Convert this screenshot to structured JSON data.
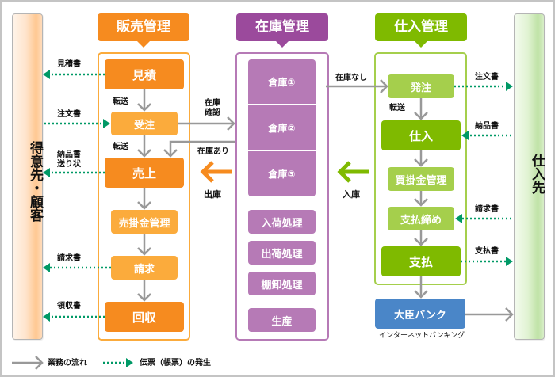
{
  "colors": {
    "sales": "#f68b1f",
    "sales_light": "#fbab3c",
    "inventory": "#9b4a9c",
    "inventory_box": "#b67ab6",
    "purchase": "#7fba00",
    "purchase_light": "#a5cf4c",
    "bank": "#4a86c8",
    "flow_arrow": "#999999",
    "doc_arrow": "#009966"
  },
  "customer": {
    "label": "得意先・顧客"
  },
  "supplier": {
    "label": "仕入先"
  },
  "sales": {
    "title": "販売管理",
    "steps": {
      "quote": "見積",
      "order": "受注",
      "sale": "売上",
      "receivable": "売掛金管理",
      "billing": "請求",
      "collection": "回収"
    },
    "transfer_labels": [
      "転送",
      "転送"
    ]
  },
  "inventory": {
    "title": "在庫管理",
    "warehouses": [
      "倉庫①",
      "倉庫②",
      "倉庫③"
    ],
    "processes": [
      "入荷処理",
      "出荷処理",
      "棚卸処理",
      "生産"
    ],
    "ship_label": "出庫",
    "receive_label": "入庫",
    "check_label_line1": "在庫",
    "check_label_line2": "確認",
    "in_stock_label": "在庫あり",
    "out_of_stock_label": "在庫なし"
  },
  "purchase": {
    "title": "仕入管理",
    "steps": {
      "order": "発注",
      "purchase": "仕入",
      "payable": "買掛金管理",
      "closing": "支払締め",
      "payment": "支払"
    },
    "transfer_label": "転送"
  },
  "bank": {
    "label": "大臣バンク",
    "caption": "インターネットバンキング"
  },
  "documents": {
    "quote_doc": "見積書",
    "order_doc_in": "注文書",
    "delivery_doc_line1": "納品書",
    "delivery_doc_line2": "送り状",
    "invoice_doc": "請求書",
    "receipt_doc": "領収書",
    "purchase_order_doc": "注文書",
    "purchase_delivery_doc": "納品書",
    "purchase_invoice_doc": "請求書",
    "payment_doc": "支払書"
  },
  "legend": {
    "flow": "業務の流れ",
    "document": "伝票（帳票）の発生"
  }
}
